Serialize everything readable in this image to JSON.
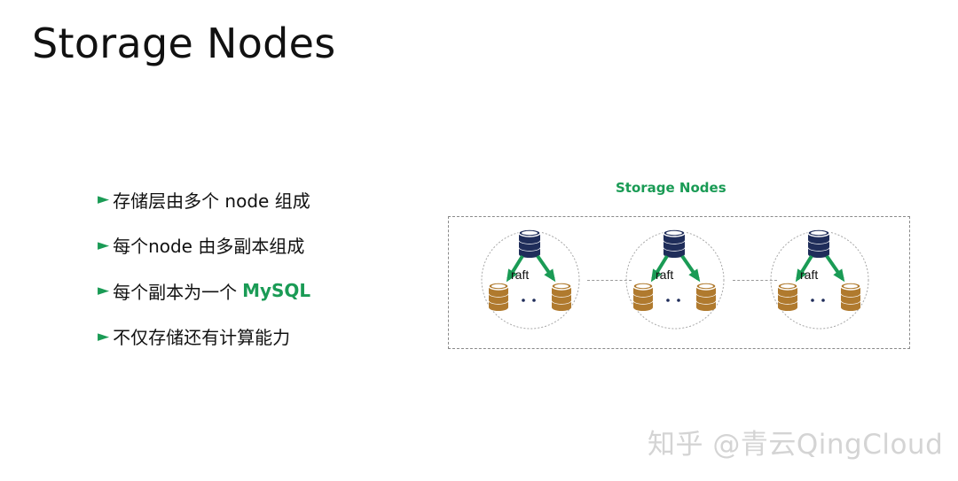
{
  "title": "Storage Nodes",
  "bullets": [
    {
      "text": "存储层由多个 node 组成",
      "highlight": ""
    },
    {
      "text": "每个node 由多副本组成",
      "highlight": ""
    },
    {
      "text": "每个副本为一个",
      "highlight": "MySQL"
    },
    {
      "text": "不仅存储还有计算能力",
      "highlight": ""
    }
  ],
  "bullet_marker": "►",
  "diagram": {
    "title": "Storage Nodes",
    "nodes": [
      {
        "replication_label": "raft"
      },
      {
        "replication_label": "raft"
      },
      {
        "replication_label": "raft"
      }
    ]
  },
  "watermark": "知乎 @青云QingCloud",
  "colors": {
    "accent": "#1a9b55",
    "primary_db": "#1f2d5a",
    "replica_db": "#b07a2e",
    "arrow": "#1a9b55"
  }
}
